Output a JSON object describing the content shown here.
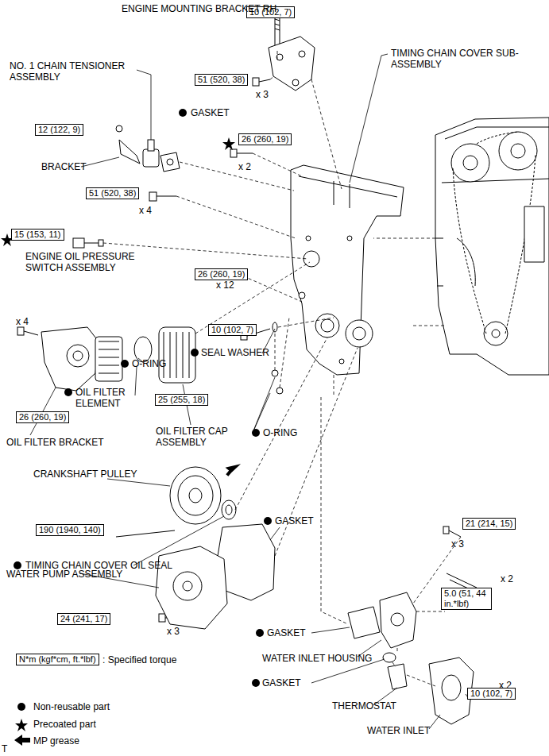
{
  "diagram": {
    "nodes": [
      {
        "text": [
          "10 (102, 7)"
        ]
      },
      {
        "text": [
          "51 (520, 38)"
        ]
      },
      {
        "text": [
          "12 (122, 9)"
        ]
      },
      {
        "text": [
          "26 (260, 19)"
        ]
      },
      {
        "text": [
          "51 (520, 38)"
        ]
      },
      {
        "text": [
          "15 (153, 11)"
        ]
      },
      {
        "text": [
          "26 (260, 19)"
        ]
      },
      {
        "text": [
          "10 (102, 7)"
        ]
      },
      {
        "text": [
          "25 (255, 18)"
        ]
      },
      {
        "text": [
          "26 (260, 19)"
        ]
      },
      {
        "text": [
          "190 (1940, 140)"
        ]
      },
      {
        "text": [
          "21 (214, 15)"
        ]
      },
      {
        "text": [
          "5.0 (51, 44 in.*lbf)"
        ]
      },
      {
        "text": [
          "24 (241, 17)"
        ]
      },
      {
        "text": [
          "10 (102, 7)"
        ]
      },
      {
        "text": [
          "N*m (kgf*cm, ft.*lbf)"
        ]
      }
    ],
    "labels": [
      "ENGINE MOUNTING BRACKET RH",
      "TIMING CHAIN COVER SUB-ASSEMBLY",
      "NO. 1 CHAIN TENSIONER ASSEMBLY",
      "GASKET",
      "x 3",
      "BRACKET",
      "x 2",
      "x 4",
      "ENGINE OIL PRESSURE SWITCH ASSEMBLY",
      "x 12",
      "x 4",
      "SEAL WASHER",
      "O-RING",
      "OIL FILTER ELEMENT",
      "OIL FILTER CAP ASSEMBLY",
      "O-RING",
      "OIL FILTER BRACKET",
      "CRANKSHAFT PULLEY",
      "GASKET",
      "TIMING CHAIN COVER OIL SEAL",
      "WATER PUMP ASSEMBLY",
      "x 3",
      "x 3",
      "x 2",
      "GASKET",
      "WATER INLET HOUSING",
      "GASKET",
      "THERMOSTAT",
      "WATER INLET",
      "x 2",
      "T"
    ],
    "legend": [
      {
        "text": ": Specified torque"
      },
      {
        "text": "Non-reusable part"
      },
      {
        "text": "Precoated part"
      },
      {
        "text": "MP grease"
      }
    ]
  }
}
